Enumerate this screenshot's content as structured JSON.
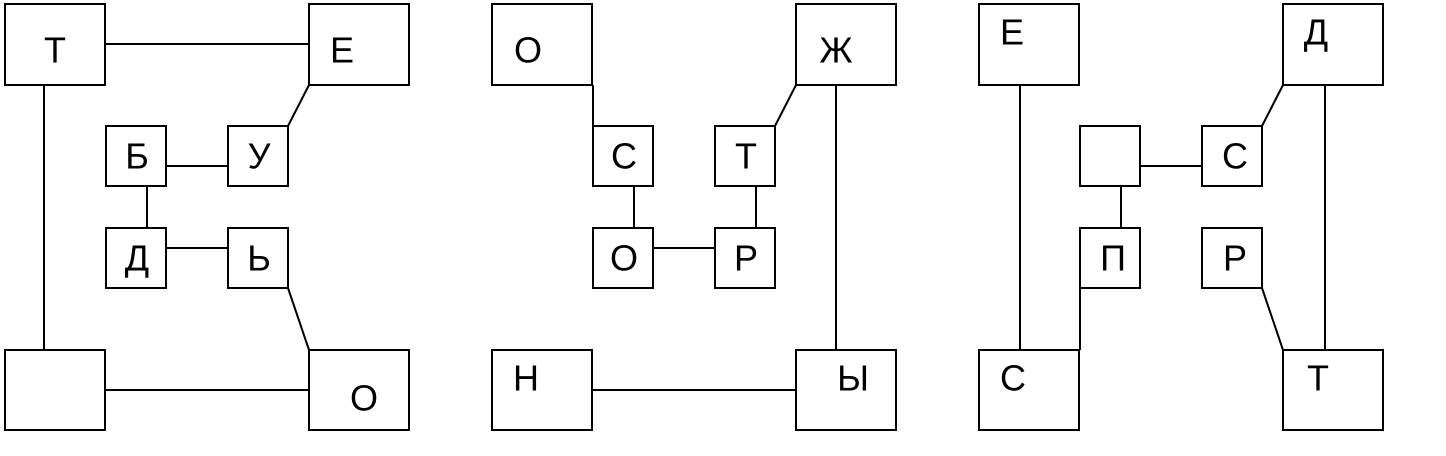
{
  "puzzles": [
    {
      "boxes": [
        {
          "id": "a_t",
          "letter": "Т"
        },
        {
          "id": "a_e",
          "letter": "Е"
        },
        {
          "id": "a_b",
          "letter": "Б"
        },
        {
          "id": "a_u",
          "letter": "У"
        },
        {
          "id": "a_d",
          "letter": "Д"
        },
        {
          "id": "a_soft",
          "letter": "Ь"
        },
        {
          "id": "a_blank",
          "letter": ""
        },
        {
          "id": "a_o",
          "letter": "О"
        }
      ],
      "links": [
        [
          "a_t",
          "a_e"
        ],
        [
          "a_t",
          "a_blank"
        ],
        [
          "a_e",
          "a_u"
        ],
        [
          "a_b",
          "a_u"
        ],
        [
          "a_b",
          "a_d"
        ],
        [
          "a_d",
          "a_soft"
        ],
        [
          "a_soft",
          "a_o"
        ],
        [
          "a_blank",
          "a_o"
        ]
      ]
    },
    {
      "boxes": [
        {
          "id": "b_o1",
          "letter": "О"
        },
        {
          "id": "b_zh",
          "letter": "Ж"
        },
        {
          "id": "b_s",
          "letter": "С"
        },
        {
          "id": "b_t",
          "letter": "Т"
        },
        {
          "id": "b_o2",
          "letter": "О"
        },
        {
          "id": "b_r",
          "letter": "Р"
        },
        {
          "id": "b_n",
          "letter": "Н"
        },
        {
          "id": "b_y",
          "letter": "Ы"
        }
      ],
      "links": [
        [
          "b_o1",
          "b_s"
        ],
        [
          "b_s",
          "b_o2"
        ],
        [
          "b_o2",
          "b_r"
        ],
        [
          "b_r",
          "b_t"
        ],
        [
          "b_t",
          "b_zh"
        ],
        [
          "b_zh",
          "b_y"
        ],
        [
          "b_y",
          "b_n"
        ]
      ]
    },
    {
      "boxes": [
        {
          "id": "c_e",
          "letter": "Е"
        },
        {
          "id": "c_d",
          "letter": "Д"
        },
        {
          "id": "c_blank",
          "letter": ""
        },
        {
          "id": "c_s1",
          "letter": "С"
        },
        {
          "id": "c_p",
          "letter": "П"
        },
        {
          "id": "c_r",
          "letter": "Р"
        },
        {
          "id": "c_s2",
          "letter": "С"
        },
        {
          "id": "c_t",
          "letter": "Т"
        }
      ],
      "links": [
        [
          "c_e",
          "c_s2"
        ],
        [
          "c_s2",
          "c_p"
        ],
        [
          "c_p",
          "c_blank"
        ],
        [
          "c_blank",
          "c_s1"
        ],
        [
          "c_s1",
          "c_d"
        ],
        [
          "c_d",
          "c_t"
        ],
        [
          "c_t",
          "c_r"
        ]
      ]
    }
  ]
}
